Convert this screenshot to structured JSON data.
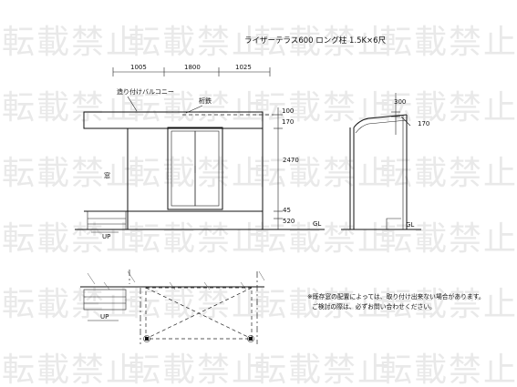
{
  "watermark": {
    "text": "転載禁止"
  },
  "title": "ライザーテラス600 ロング柱 1.5K×6尺",
  "dimensions": {
    "top_left": "1005",
    "top_mid": "1800",
    "top_right": "1025",
    "v_top": "100",
    "v_beam": "170",
    "v_height": "2470",
    "v_lower": "45",
    "v_base": "520",
    "side_top": "300",
    "side_beam": "170"
  },
  "labels": {
    "balcony": "造り付けバルコニー",
    "beam": "桁鉄",
    "window_side": "窓",
    "gl_front": "GL",
    "gl_side": "GL",
    "up_front": "UP",
    "up_plan": "UP"
  },
  "note": {
    "line1": "※既存窓の配置によっては、取り付け出来ない場合があります。",
    "line2": "ご検討の際は、必ずお問い合わせください。"
  }
}
